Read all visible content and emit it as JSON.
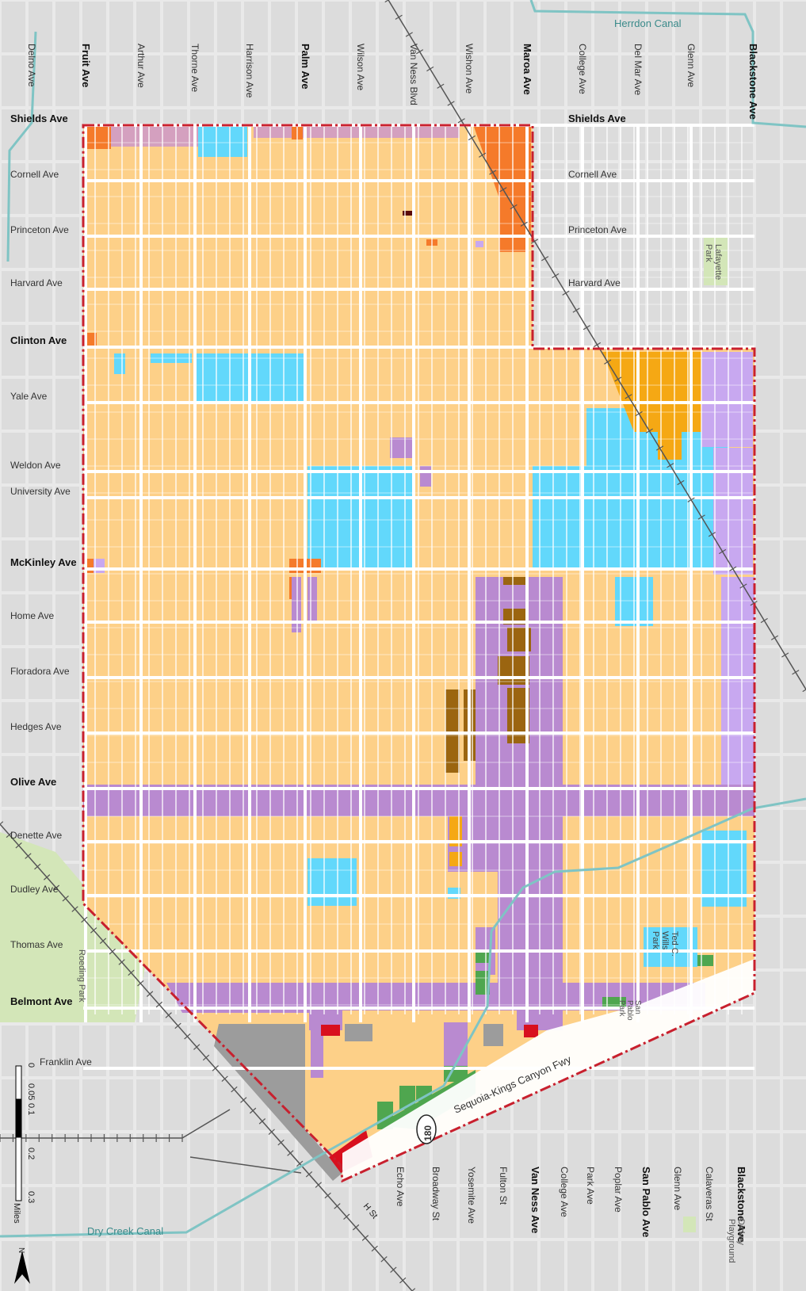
{
  "streets_ew": [
    {
      "name": "Shields Ave",
      "major": true
    },
    {
      "name": "Cornell Ave",
      "major": false
    },
    {
      "name": "Princeton Ave",
      "major": false
    },
    {
      "name": "Harvard Ave",
      "major": false
    },
    {
      "name": "Clinton Ave",
      "major": true
    },
    {
      "name": "Yale Ave",
      "major": false
    },
    {
      "name": "Weldon Ave",
      "major": false
    },
    {
      "name": "University Ave",
      "major": false
    },
    {
      "name": "McKinley Ave",
      "major": true
    },
    {
      "name": "Home Ave",
      "major": false
    },
    {
      "name": "Floradora Ave",
      "major": false
    },
    {
      "name": "Hedges Ave",
      "major": false
    },
    {
      "name": "Olive Ave",
      "major": true
    },
    {
      "name": "Denette Ave",
      "major": false
    },
    {
      "name": "Dudley Ave",
      "major": false
    },
    {
      "name": "Thomas Ave",
      "major": false
    },
    {
      "name": "Belmont Ave",
      "major": true
    },
    {
      "name": "Franklin Ave",
      "major": false
    }
  ],
  "streets_east_labels": [
    "Shields Ave",
    "Cornell Ave",
    "Princeton Ave",
    "Harvard Ave"
  ],
  "streets_ns_top": [
    {
      "name": "Delno Ave",
      "major": false
    },
    {
      "name": "Fruit Ave",
      "major": true
    },
    {
      "name": "Arthur Ave",
      "major": false
    },
    {
      "name": "Thorne Ave",
      "major": false
    },
    {
      "name": "Harrison Ave",
      "major": false
    },
    {
      "name": "Palm Ave",
      "major": true
    },
    {
      "name": "Wilson Ave",
      "major": false
    },
    {
      "name": "Van Ness Blvd",
      "major": false
    },
    {
      "name": "Wishon Ave",
      "major": false
    },
    {
      "name": "Maroa Ave",
      "major": true
    },
    {
      "name": "College Ave",
      "major": false
    },
    {
      "name": "Del Mar Ave",
      "major": false
    },
    {
      "name": "Glenn Ave",
      "major": false
    },
    {
      "name": "Blackstone Ave",
      "major": true
    }
  ],
  "streets_ns_bottom": [
    {
      "name": "Echo Ave",
      "major": false
    },
    {
      "name": "Broadway St",
      "major": false
    },
    {
      "name": "Yosemite Ave",
      "major": false
    },
    {
      "name": "Fulton St",
      "major": false
    },
    {
      "name": "Van Ness Ave",
      "major": true
    },
    {
      "name": "College Ave",
      "major": false
    },
    {
      "name": "Park Ave",
      "major": false
    },
    {
      "name": "Poplar Ave",
      "major": false
    },
    {
      "name": "San Pablo Ave",
      "major": true
    },
    {
      "name": "Glenn Ave",
      "major": false
    },
    {
      "name": "Calaveras St",
      "major": false
    },
    {
      "name": "Blackstone Ave",
      "major": true
    }
  ],
  "other_labels": {
    "hst": "H St",
    "freeway": "Sequoia-Kings Canyon Fwy",
    "route_shield": "180",
    "herrdon_canal": "Herrdon Canal",
    "dry_creek_canal": "Dry Creek Canal"
  },
  "parks": {
    "lafayette": [
      "Lafayette",
      "Park"
    ],
    "roeding": "Roeding Park",
    "ted_wills": [
      "Ted C.",
      "Wills",
      "Park"
    ],
    "san_pablo": [
      "San",
      "Pablo",
      "Park"
    ],
    "dickey": [
      "Dickey",
      "Playground"
    ]
  },
  "scale_bar": {
    "ticks": [
      "0",
      "0.05",
      "0.1",
      "0.2",
      "0.3"
    ],
    "unit": "Miles"
  },
  "north_arrow": "N",
  "colors": {
    "residential": "#fdd088",
    "commercial_purple": "#b98ad0",
    "light_purple": "#c8a8f0",
    "public_blue": "#62d8fb",
    "orange": "#f57a2a",
    "amber": "#f5a814",
    "brown": "#9b6510",
    "pink": "#d4a0bf",
    "green": "#4fa64f",
    "red": "#d8101e",
    "gray": "#9c9c9c",
    "boundary": "#c8202e",
    "canal": "#7fc4c4",
    "park_bg": "#d3e6b8"
  }
}
